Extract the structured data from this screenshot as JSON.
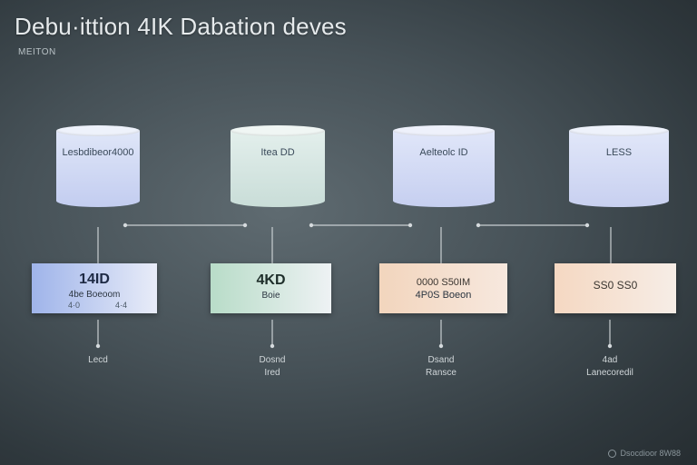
{
  "header": {
    "title": "Debu·ittion 4IK Dabation deves",
    "subtitle": "MEITON"
  },
  "nodes": [
    {
      "label": "Lesbdibeor4000",
      "color_top": "#dfe6f8",
      "color_bottom": "#c3cdf0"
    },
    {
      "label": "Itea DD",
      "color_top": "#e3efec",
      "color_bottom": "#c9ddd8"
    },
    {
      "label": "Aelteolc ID",
      "color_top": "#e0e6f9",
      "color_bottom": "#c6cff0"
    },
    {
      "label": "LESS",
      "color_top": "#e1e7f9",
      "color_bottom": "#c8d0f0"
    }
  ],
  "devices": [
    {
      "title": "14ID",
      "sub": "4be Boeoom",
      "extra_left": "4·0",
      "extra_right": "4·4",
      "grad_from": "#9fb4ea",
      "grad_to": "#e8ecf8"
    },
    {
      "title": "4KD",
      "sub": "Boie",
      "grad_from": "#b8dcc8",
      "grad_to": "#eef2f4"
    },
    {
      "title": "0000 S50IM",
      "sub": "4P0S Boeon",
      "grad_from": "#f2d5bd",
      "grad_to": "#f7e8de"
    },
    {
      "title": "SS0 SS0",
      "sub": "",
      "grad_from": "#f5d8c2",
      "grad_to": "#f6ede6"
    }
  ],
  "footers": [
    {
      "line1": "Lecd",
      "line2": ""
    },
    {
      "line1": "Dosnd",
      "line2": "Ired"
    },
    {
      "line1": "Dsand",
      "line2": "Ransce"
    },
    {
      "line1": "4ad",
      "line2": "Lanecoredil"
    }
  ],
  "watermark": {
    "text": "Dsocdioor 8W88"
  },
  "colors": {
    "connector": "#c9cfd2"
  }
}
